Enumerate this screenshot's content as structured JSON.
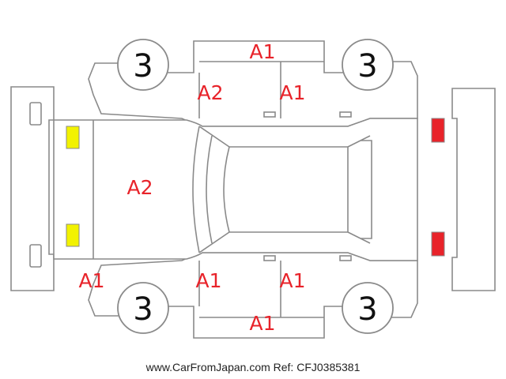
{
  "damage_marks": {
    "top_panel": "A1",
    "upper_left_door": "A2",
    "upper_right_door": "A1",
    "hood": "A2",
    "lower_front_corner": "A1",
    "lower_left_door": "A1",
    "lower_right_door": "A1",
    "bottom_panel": "A1"
  },
  "wheels": {
    "top_left": "3",
    "top_right": "3",
    "bottom_left": "3",
    "bottom_right": "3"
  },
  "lights": {
    "front": "#f2f200",
    "rear": "#e8232a"
  },
  "footer": "www.CarFromJapan.com Ref: CFJ0385381"
}
